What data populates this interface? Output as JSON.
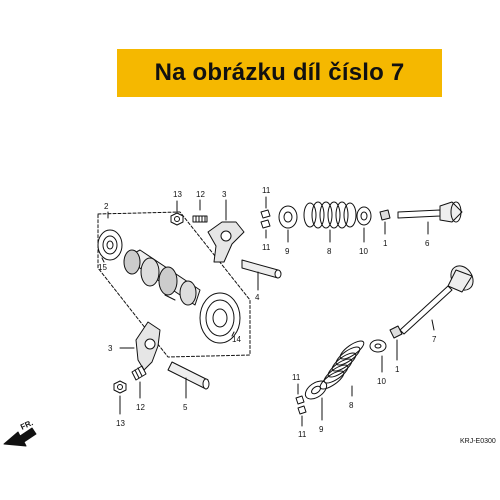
{
  "banner": {
    "text": "Na obrázku díl číslo 7",
    "color": "#f5b800"
  },
  "diagram": {
    "code": "KRJ-E0300",
    "direction_label": "FR.",
    "callouts": {
      "p2": "2",
      "p15": "15",
      "p13a": "13",
      "p12a": "12",
      "p3a": "3",
      "p11a": "11",
      "p11b": "11",
      "p9a": "9",
      "p8a": "8",
      "p10a": "10",
      "p1a": "1",
      "p6": "6",
      "p4": "4",
      "p14": "14",
      "p7": "7",
      "p3b": "3",
      "p5": "5",
      "p12b": "12",
      "p13b": "13",
      "p1b": "1",
      "p10b": "10",
      "p8b": "8",
      "p9b": "9",
      "p11c": "11",
      "p11d": "11"
    }
  }
}
